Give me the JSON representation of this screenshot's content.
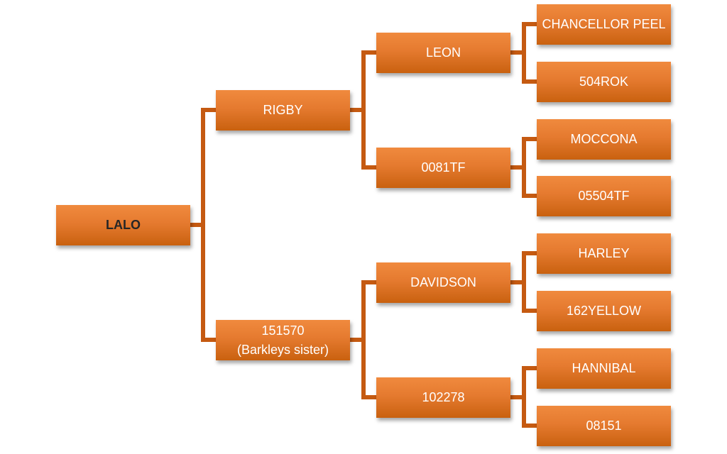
{
  "diagram": {
    "type": "pedigree-tree",
    "colors": {
      "box_top": "#f08a3e",
      "box_bottom": "#c9610f",
      "connector": "#c55a11",
      "root_text": "#262626",
      "node_text": "#ffffff"
    },
    "root": {
      "lines": [
        "LALO"
      ]
    },
    "parents": [
      {
        "lines": [
          "RIGBY"
        ]
      },
      {
        "lines": [
          "151570",
          "(Barkleys sister)"
        ]
      }
    ],
    "grandparents": [
      {
        "lines": [
          "LEON"
        ]
      },
      {
        "lines": [
          "0081TF"
        ]
      },
      {
        "lines": [
          "DAVIDSON"
        ]
      },
      {
        "lines": [
          "102278"
        ]
      }
    ],
    "great_grandparents": [
      {
        "lines": [
          "CHANCELLOR PEEL"
        ]
      },
      {
        "lines": [
          "504ROK"
        ]
      },
      {
        "lines": [
          "MOCCONA"
        ]
      },
      {
        "lines": [
          "05504TF"
        ]
      },
      {
        "lines": [
          "HARLEY"
        ]
      },
      {
        "lines": [
          "162YELLOW"
        ]
      },
      {
        "lines": [
          "HANNIBAL"
        ]
      },
      {
        "lines": [
          "08151"
        ]
      }
    ]
  }
}
